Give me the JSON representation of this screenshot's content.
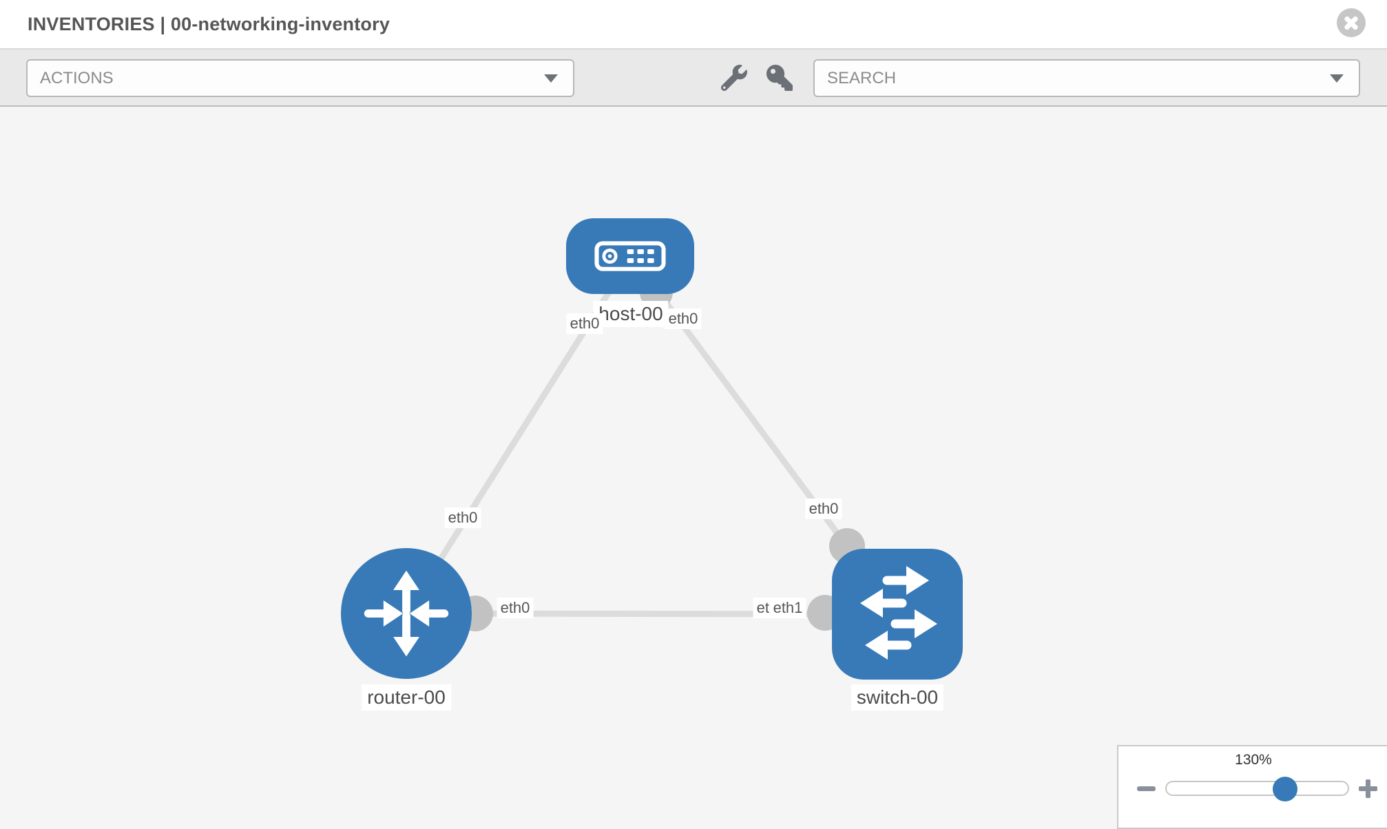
{
  "header": {
    "title": "INVENTORIES | 00-networking-inventory"
  },
  "toolbar": {
    "actions": {
      "label": "ACTIONS"
    },
    "search": {
      "placeholder": "SEARCH"
    },
    "icons": [
      "wrench-icon",
      "key-icon"
    ]
  },
  "topology": {
    "nodes": [
      {
        "id": "host-00",
        "label": "host-00",
        "type": "host"
      },
      {
        "id": "router-00",
        "label": "router-00",
        "type": "router"
      },
      {
        "id": "switch-00",
        "label": "switch-00",
        "type": "switch"
      }
    ],
    "links": [
      {
        "from": "host-00",
        "to": "router-00",
        "from_interface": "eth0",
        "to_interface": "eth0"
      },
      {
        "from": "host-00",
        "to": "switch-00",
        "from_interface": "eth0",
        "to_interface": "eth0"
      },
      {
        "from": "router-00",
        "to": "switch-00",
        "from_interface": "eth0",
        "to_interface": "eth1"
      }
    ],
    "port_labels": [
      {
        "text": "eth0"
      },
      {
        "text": "eth0"
      },
      {
        "text": "eth0"
      },
      {
        "text": "eth0"
      },
      {
        "text": "eth0"
      },
      {
        "text": "eth0"
      },
      {
        "text": "eth1"
      }
    ]
  },
  "zoom_control": {
    "level": "130%",
    "minus": "-",
    "plus": "+"
  },
  "colors": {
    "node_blue": "#377ab7",
    "link_gray": "#dcdcdc",
    "connector_gray": "#c2c2c2",
    "toolbar_gray": "#e9e9e9"
  }
}
